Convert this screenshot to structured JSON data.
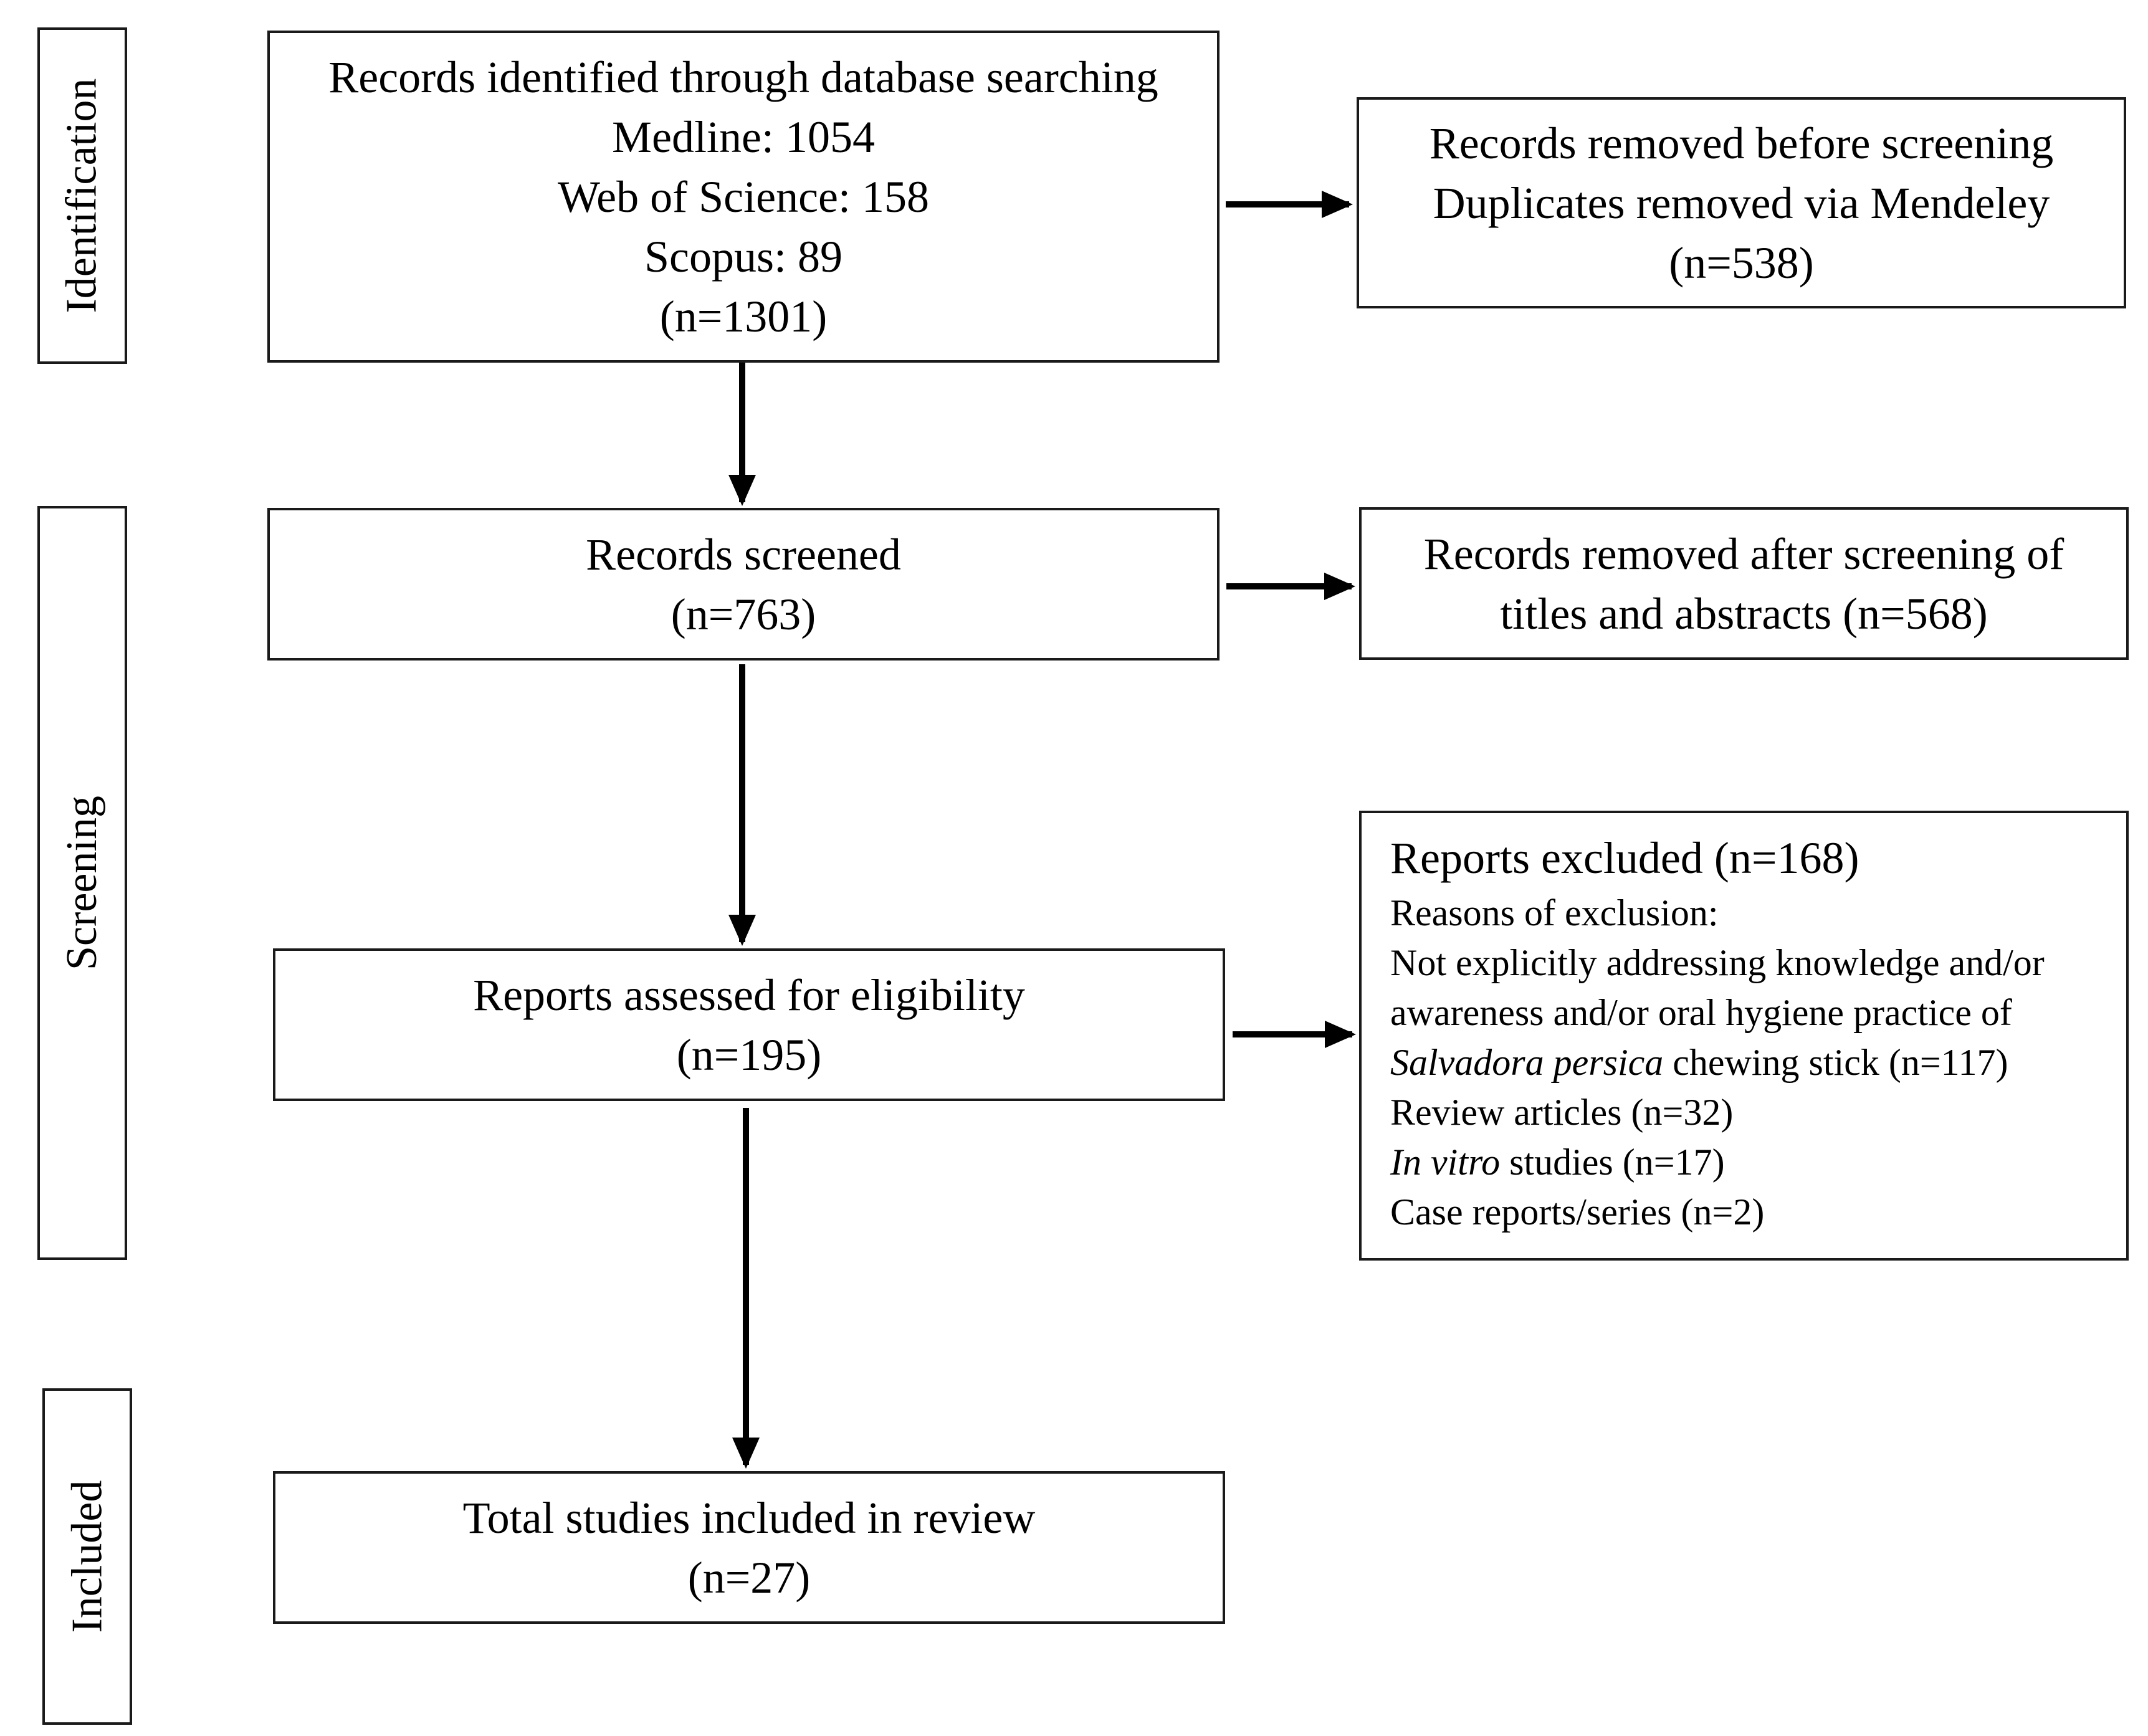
{
  "stages": {
    "identification": "Identification",
    "screening": "Screening",
    "included": "Included"
  },
  "identified": {
    "lines": [
      "Records identified through database searching",
      "Medline: 1054",
      "Web of Science: 158",
      "Scopus: 89",
      "(n=1301)"
    ]
  },
  "removed_before": {
    "lines": [
      "Records removed before screening",
      "Duplicates removed via Mendeley",
      "(n=538)"
    ]
  },
  "screened": {
    "lines": [
      "Records screened",
      "(n=763)"
    ]
  },
  "removed_after": {
    "lines": [
      "Records removed after screening of",
      "titles and abstracts (n=568)"
    ]
  },
  "assessed": {
    "lines": [
      "Reports assessed for eligibility",
      "(n=195)"
    ]
  },
  "excluded": {
    "heading": "Reports excluded (n=168)",
    "reasons_label": "Reasons of exclusion:",
    "reason1_line1": "Not explicitly addressing knowledge and/or",
    "reason1_line2": "awareness and/or oral hygiene practice of",
    "reason1_italic": "Salvadora persica",
    "reason1_rest": " chewing stick (n=117)",
    "reason2": "Review articles (n=32)",
    "reason3_italic": "In vitro",
    "reason3_rest": " studies (n=17)",
    "reason4": "Case reports/series (n=2)"
  },
  "included_total": {
    "lines": [
      "Total studies included in review",
      "(n=27)"
    ]
  }
}
